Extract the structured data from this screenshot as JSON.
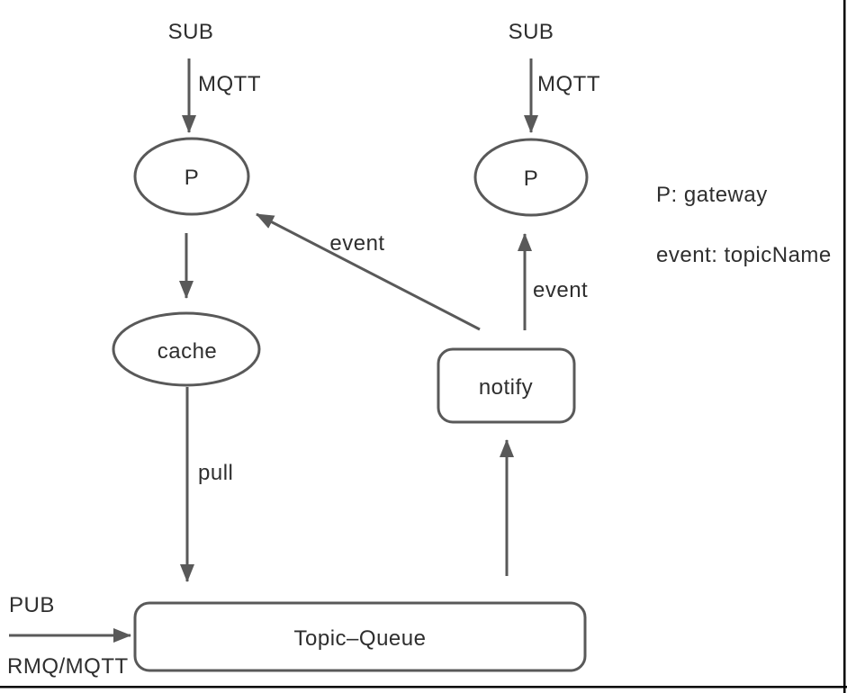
{
  "diagram": {
    "nodes": {
      "gateway_left": "P",
      "gateway_right": "P",
      "cache": "cache",
      "notify": "notify",
      "topic_queue": "Topic–Queue"
    },
    "labels": {
      "sub_left": "SUB",
      "sub_right": "SUB",
      "mqtt_left": "MQTT",
      "mqtt_right": "MQTT",
      "pull": "pull",
      "event_diagonal": "event",
      "event_vertical": "event",
      "pub": "PUB",
      "rmq_mqtt": "RMQ/MQTT"
    },
    "legend": {
      "p_definition": "P: gateway",
      "event_definition": "event: topicName"
    },
    "colors": {
      "shape_stroke": "#595959",
      "text": "#2e2e2e",
      "frame": "#000000",
      "background": "#ffffff"
    }
  }
}
